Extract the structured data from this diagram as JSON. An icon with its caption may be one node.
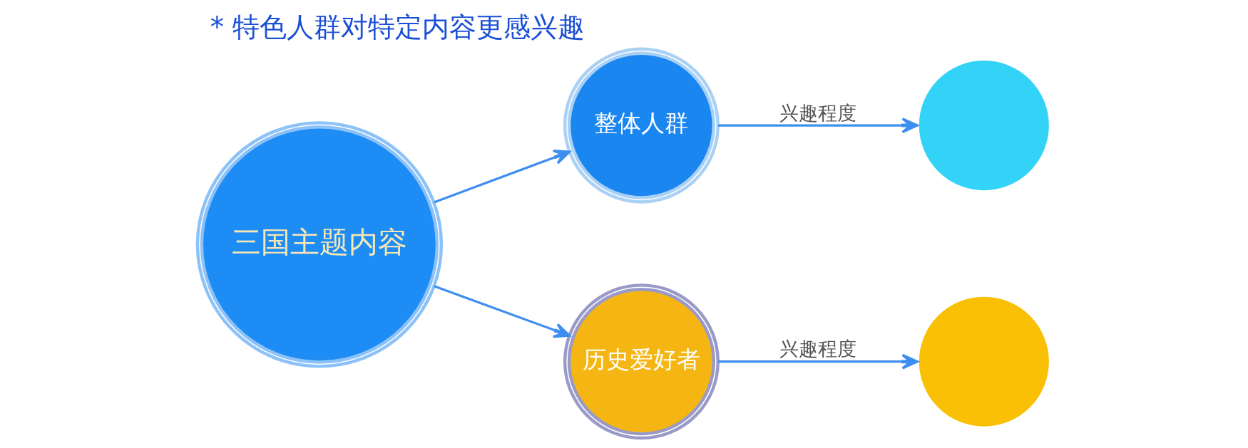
{
  "diagram": {
    "title": "* 特色人群对特定内容更感兴趣",
    "nodes": [
      {
        "text": [
          "三国主题内容"
        ]
      },
      {
        "text": [
          "整体人群"
        ]
      },
      {
        "text": [
          "历史爱好者"
        ]
      },
      {
        "text": [],
        "shape": "circle"
      },
      {
        "text": [],
        "shape": "circle"
      }
    ],
    "edges": [
      {
        "from": 0,
        "to": 1,
        "arrow": "to"
      },
      {
        "from": 0,
        "to": 2,
        "arrow": "to"
      },
      {
        "from": 1,
        "to": 3,
        "label": "兴趣程度",
        "arrow": "to"
      },
      {
        "from": 2,
        "to": 4,
        "label": "兴趣程度",
        "arrow": "to"
      }
    ]
  }
}
